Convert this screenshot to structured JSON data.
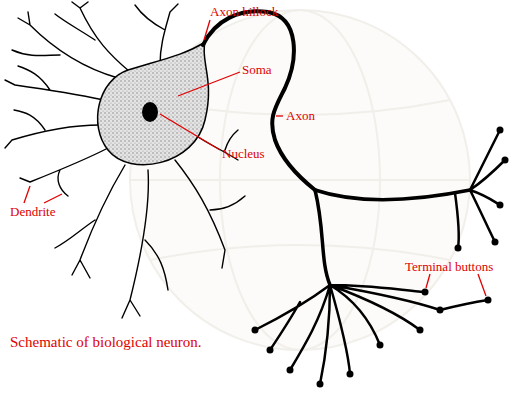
{
  "diagram": {
    "caption": "Schematic of biological neuron.",
    "labels": [
      "Axon hillock",
      "Soma",
      "Axon",
      "Nucleus",
      "Dendrite",
      "Terminal buttons"
    ]
  }
}
